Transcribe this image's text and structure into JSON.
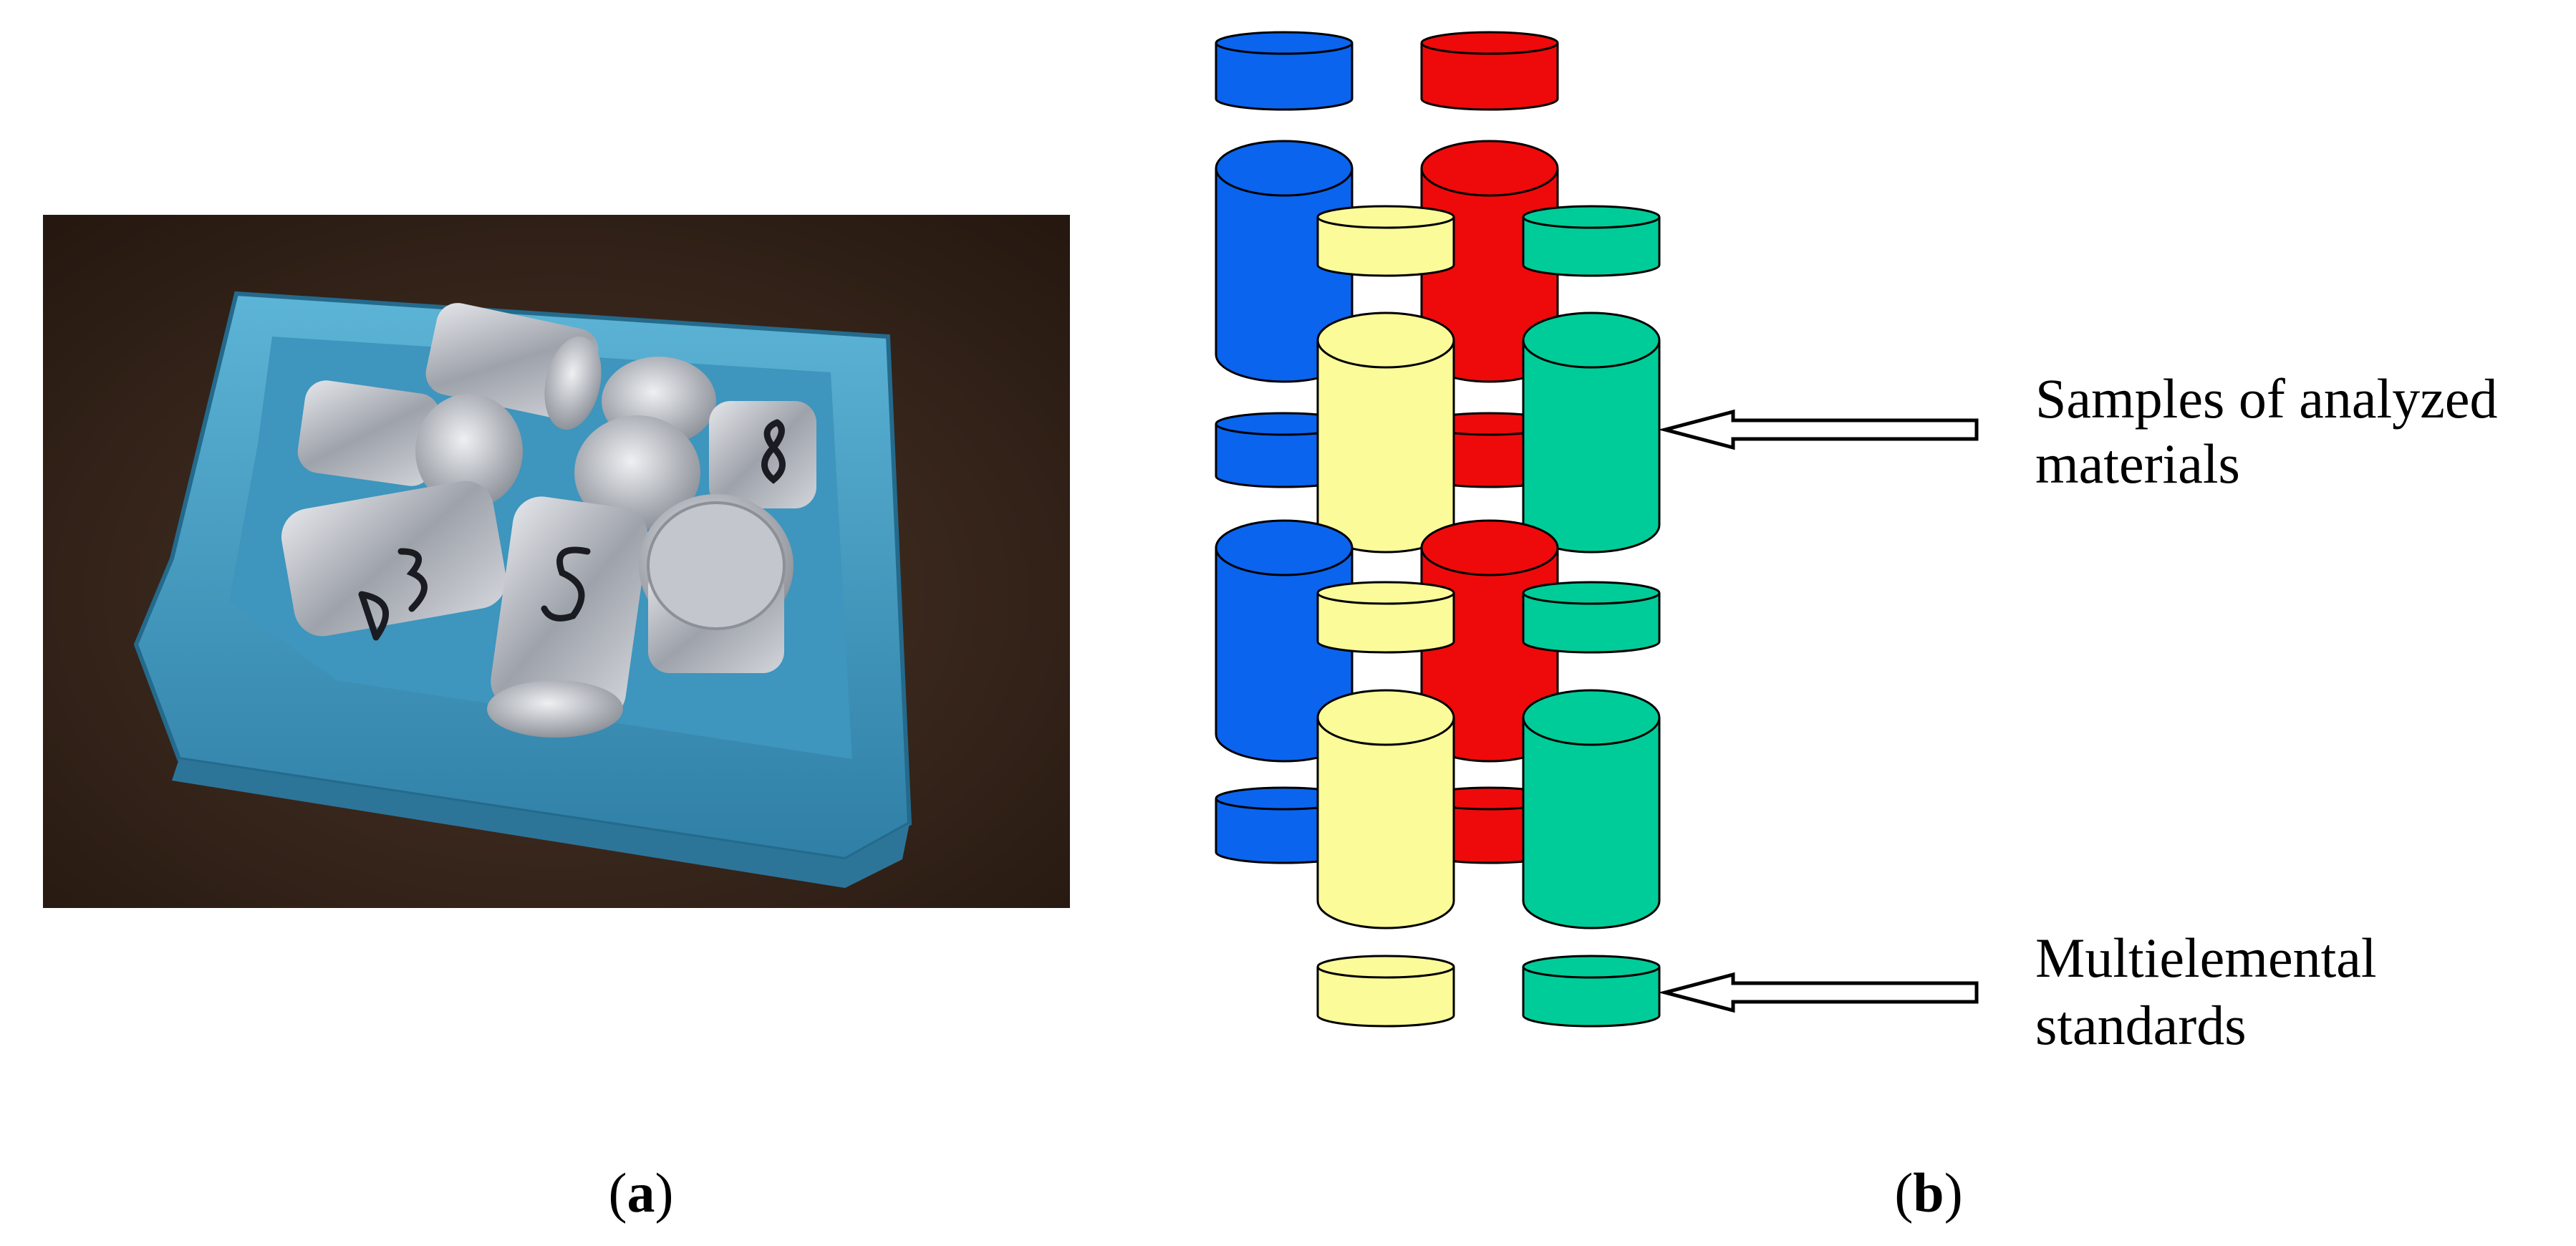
{
  "figure": {
    "panel_a": {
      "caption_open": "(",
      "caption_letter": "a",
      "caption_close": ")",
      "photo": {
        "depicts": "foil-wrapped cylindrical samples in a blue square dish",
        "tray_color": "#4a9ec2",
        "foil_color": "#b9bcc2",
        "background_color": "#3b2a22",
        "handwritten_marks": [
          "D3",
          "S",
          "8"
        ]
      }
    },
    "panel_b": {
      "caption_open": "(",
      "caption_letter": "b",
      "caption_close": ")",
      "sample_label_line1": "Samples of analyzed",
      "sample_label_line2": "materials",
      "standard_label_line1": "Multielemental",
      "standard_label_line2": "standards",
      "colors": {
        "blue": "#0a64ee",
        "red": "#ee0a0a",
        "yellow": "#fbfb9a",
        "green": "#00cc99",
        "outline": "#000000"
      }
    }
  }
}
